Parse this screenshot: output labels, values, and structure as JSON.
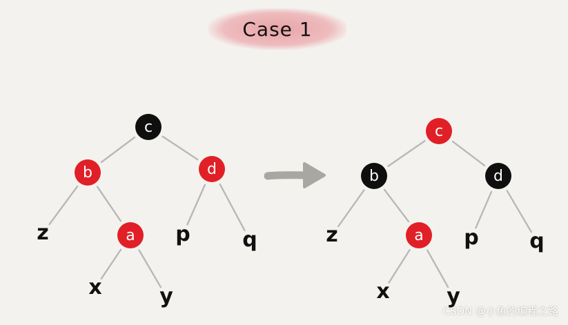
{
  "title": "Case 1",
  "watermark": "CSDN @小鱼的编程之路",
  "colors": {
    "red": "#e02026",
    "black": "#0f0f0f",
    "edge": "#b8b8b8",
    "arrow": "#a9a7a1",
    "bg": "#f4f2ee"
  },
  "trees": [
    {
      "name": "before",
      "nodes": [
        {
          "id": "c",
          "label": "c",
          "color": "black"
        },
        {
          "id": "b",
          "label": "b",
          "color": "red"
        },
        {
          "id": "d",
          "label": "d",
          "color": "red"
        },
        {
          "id": "a",
          "label": "a",
          "color": "red"
        },
        {
          "id": "z",
          "label": "z",
          "color": "none"
        },
        {
          "id": "p",
          "label": "p",
          "color": "none"
        },
        {
          "id": "q",
          "label": "q",
          "color": "none"
        },
        {
          "id": "x",
          "label": "x",
          "color": "none"
        },
        {
          "id": "y",
          "label": "y",
          "color": "none"
        }
      ],
      "edges": [
        [
          "c",
          "b"
        ],
        [
          "c",
          "d"
        ],
        [
          "b",
          "z"
        ],
        [
          "b",
          "a"
        ],
        [
          "d",
          "p"
        ],
        [
          "d",
          "q"
        ],
        [
          "a",
          "x"
        ],
        [
          "a",
          "y"
        ]
      ]
    },
    {
      "name": "after",
      "nodes": [
        {
          "id": "c",
          "label": "c",
          "color": "red"
        },
        {
          "id": "b",
          "label": "b",
          "color": "black"
        },
        {
          "id": "d",
          "label": "d",
          "color": "black"
        },
        {
          "id": "a",
          "label": "a",
          "color": "red"
        },
        {
          "id": "z",
          "label": "z",
          "color": "none"
        },
        {
          "id": "p",
          "label": "p",
          "color": "none"
        },
        {
          "id": "q",
          "label": "q",
          "color": "none"
        },
        {
          "id": "x",
          "label": "x",
          "color": "none"
        },
        {
          "id": "y",
          "label": "y",
          "color": "none"
        }
      ],
      "edges": [
        [
          "c",
          "b"
        ],
        [
          "c",
          "d"
        ],
        [
          "b",
          "z"
        ],
        [
          "b",
          "a"
        ],
        [
          "d",
          "p"
        ],
        [
          "d",
          "q"
        ],
        [
          "a",
          "x"
        ],
        [
          "a",
          "y"
        ]
      ]
    }
  ]
}
